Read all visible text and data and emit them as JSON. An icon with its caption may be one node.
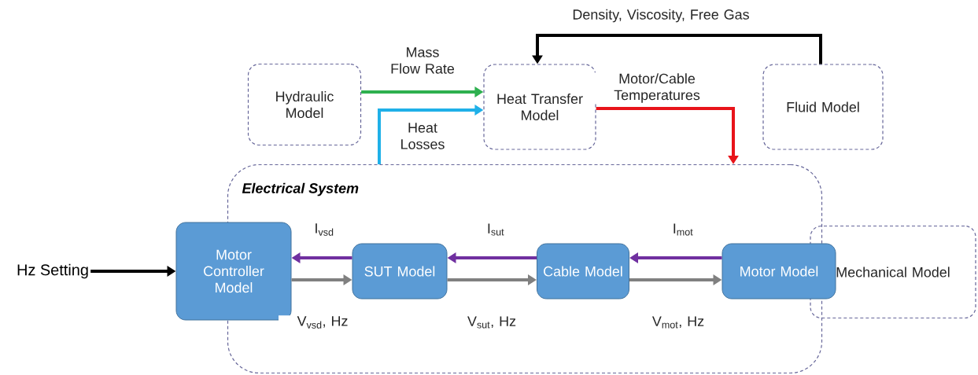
{
  "diagram": {
    "nodes": [
      {
        "text": [
          "Hydraulic Model"
        ]
      },
      {
        "text": [
          "Heat Transfer Model"
        ]
      },
      {
        "text": [
          "Fluid Model"
        ]
      },
      {
        "text": [
          "Electrical System"
        ]
      },
      {
        "text": [
          "Hz Setting"
        ]
      },
      {
        "text": [
          "Motor Controller Model"
        ]
      },
      {
        "text": [
          "SUT Model"
        ],
        "in": 3
      },
      {
        "text": [
          "Cable Model"
        ],
        "in": 3
      },
      {
        "text": [
          "Motor Model"
        ]
      },
      {
        "text": [
          "Mechanical Model"
        ]
      }
    ],
    "edges": [
      {
        "from": 0,
        "to": 1,
        "arrow": "to",
        "label": "Mass Flow Rate",
        "color": "#2eb04f"
      },
      {
        "from": 3,
        "to": 1,
        "arrow": "to",
        "label": "Heat Losses",
        "color": "#1fb0e8"
      },
      {
        "from": 2,
        "to": 1,
        "arrow": "to",
        "label": "Density, Viscosity, Free Gas",
        "color": "#000000"
      },
      {
        "from": 1,
        "to": 3,
        "arrow": "to",
        "label": "Motor/Cable Temperatures",
        "color": "#e8141a"
      },
      {
        "from": 4,
        "to": 5,
        "arrow": "to",
        "color": "#000000"
      },
      {
        "from": 6,
        "to": 5,
        "arrow": "to",
        "label": "I$_{vsd}$",
        "color": "#7030a0"
      },
      {
        "from": 5,
        "to": 6,
        "arrow": "to",
        "label": "V$_{vsd}$, Hz",
        "color": "#808080"
      },
      {
        "from": 7,
        "to": 6,
        "arrow": "to",
        "label": "I$_{sut}$",
        "color": "#7030a0"
      },
      {
        "from": 6,
        "to": 7,
        "arrow": "to",
        "label": "V$_{sut}$, Hz",
        "color": "#808080"
      },
      {
        "from": 8,
        "to": 7,
        "arrow": "to",
        "label": "I$_{mot}$",
        "color": "#7030a0"
      },
      {
        "from": 7,
        "to": 8,
        "arrow": "to",
        "label": "V$_{mot}$, Hz",
        "color": "#808080"
      }
    ]
  }
}
